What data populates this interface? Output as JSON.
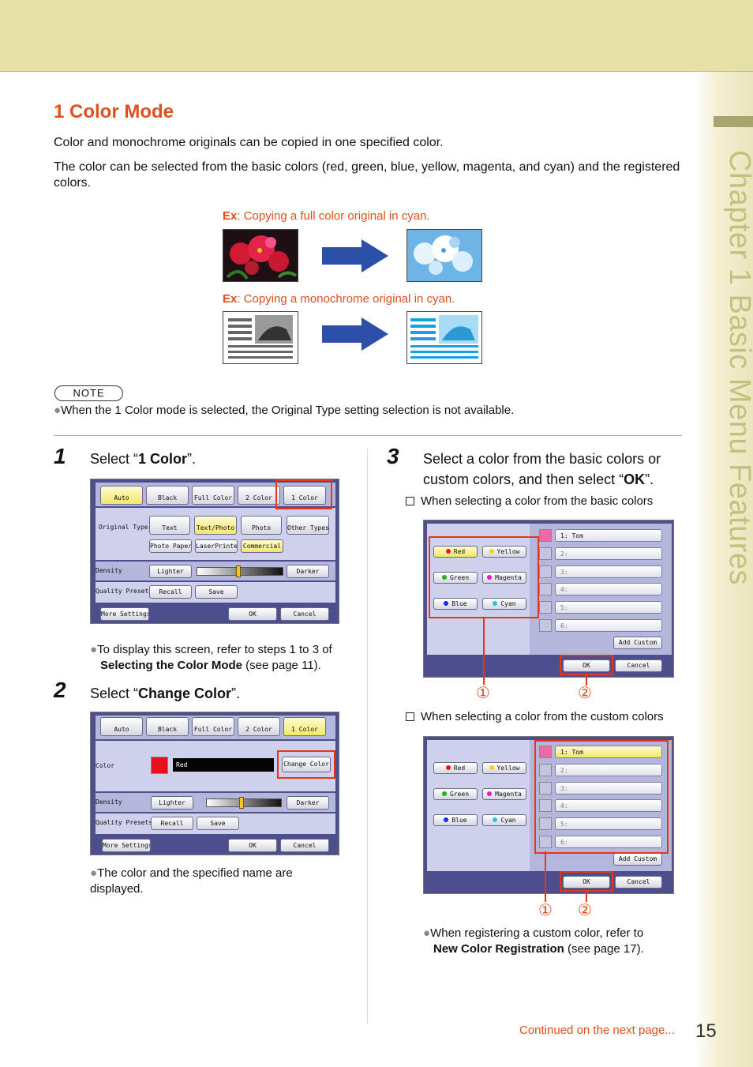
{
  "chapter_tab": "Chapter 1   Basic Menu Features",
  "heading": "1 Color Mode",
  "intro1": "Color and monochrome originals can be copied in one specified color.",
  "intro2": "The color can be selected from the basic colors (red, green, blue, yellow, magenta, and cyan) and the registered colors.",
  "ex1_label": "Ex",
  "ex1_text": ": Copying a full color original in cyan.",
  "ex2_label": "Ex",
  "ex2_text": ": Copying a monochrome original in cyan.",
  "note_label": "NOTE",
  "note_text": "When the 1 Color mode is selected, the Original Type setting selection is not available.",
  "step1": {
    "num": "1",
    "pre": "Select “",
    "bold": "1 Color",
    "post": "”."
  },
  "step1_bullet_pre": "To display this screen, refer to steps 1 to 3 of ",
  "step1_bullet_bold": "Selecting the Color Mode",
  "step1_bullet_post": " (see page 11).",
  "step2": {
    "num": "2",
    "pre": "Select “",
    "bold": "Change Color",
    "post": "”."
  },
  "step2_bullet": "The color and the specified name are displayed.",
  "step3": {
    "num": "3",
    "line1": "Select a color from the basic colors or",
    "line2_pre": "custom colors, and then select “",
    "line2_bold": "OK",
    "line2_post": "”."
  },
  "step3_check1": "When selecting a color from the basic colors",
  "step3_check2": "When selecting a color from the custom colors",
  "step3_bullet_pre": "When registering a custom color, refer to ",
  "step3_bullet_bold": "New Color Registration",
  "step3_bullet_post": " (see page 17).",
  "circle1": "①",
  "circle2": "②",
  "screen1": {
    "tabs": [
      "Auto",
      "Black",
      "Full Color",
      "2 Color",
      "1 Color"
    ],
    "original_type_label": "Original Type",
    "type_buttons": [
      "Text",
      "Text/Photo",
      "Photo",
      "Other Types"
    ],
    "paper_buttons": [
      "Photo Paper",
      "LaserPrinted",
      "Commercial"
    ],
    "density_label": "Density",
    "lighter": "Lighter",
    "darker": "Darker",
    "presets_label": "Quality Presets",
    "recall": "Recall",
    "save": "Save",
    "more_settings": "More Settings",
    "ok": "OK",
    "cancel": "Cancel"
  },
  "screen2": {
    "color_label": "Color",
    "color_value": "Red",
    "change_color": "Change Color"
  },
  "screen3": {
    "basic": [
      "Red",
      "Yellow",
      "Green",
      "Magenta",
      "Blue",
      "Cyan"
    ],
    "custom": [
      "1: Tom",
      "2:",
      "3:",
      "4:",
      "5:",
      "6:"
    ],
    "add_custom": "Add Custom",
    "ok": "OK",
    "cancel": "Cancel"
  },
  "footer_continued": "Continued on the next page...",
  "page_number": "15",
  "colors": {
    "accent": "#e0501c",
    "band": "#e6e0a8",
    "chapter": "#c6c07e",
    "highlight": "#e3361c"
  }
}
